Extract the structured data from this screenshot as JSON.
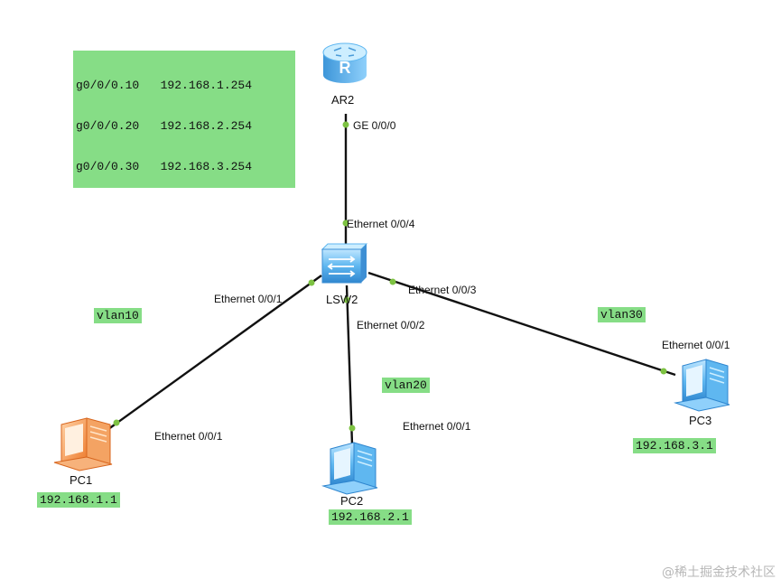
{
  "router_info": {
    "lines": [
      "g0/0/0.10   192.168.1.254",
      "g0/0/0.20   192.168.2.254",
      "g0/0/0.30   192.168.3.254"
    ]
  },
  "devices": {
    "router": {
      "name": "AR2",
      "icon": "router-icon",
      "glyph": "R",
      "color": "#4ea9e8"
    },
    "switch": {
      "name": "LSW2",
      "icon": "switch-icon",
      "color": "#4ea9e8"
    },
    "pc1": {
      "name": "PC1",
      "icon": "pc-icon",
      "color": "#f08a3c",
      "ip": "192.168.1.1",
      "vlan": "vlan10"
    },
    "pc2": {
      "name": "PC2",
      "icon": "pc-icon",
      "color": "#4ea9e8",
      "ip": "192.168.2.1",
      "vlan": "vlan20"
    },
    "pc3": {
      "name": "PC3",
      "icon": "pc-icon",
      "color": "#4ea9e8",
      "ip": "192.168.3.1",
      "vlan": "vlan30"
    }
  },
  "interfaces": {
    "ar2_ge": "GE 0/0/0",
    "sw_e4": "Ethernet 0/0/4",
    "sw_e1": "Ethernet 0/0/1",
    "sw_e2": "Ethernet 0/0/2",
    "sw_e3": "Ethernet 0/0/3",
    "pc1_e1": "Ethernet 0/0/1",
    "pc2_e1": "Ethernet 0/0/1",
    "pc3_e1": "Ethernet 0/0/1"
  },
  "colors": {
    "note_bg": "#86dd86",
    "link": "#111111",
    "port_dot": "#7dc242"
  },
  "watermark": "@稀土掘金技术社区"
}
